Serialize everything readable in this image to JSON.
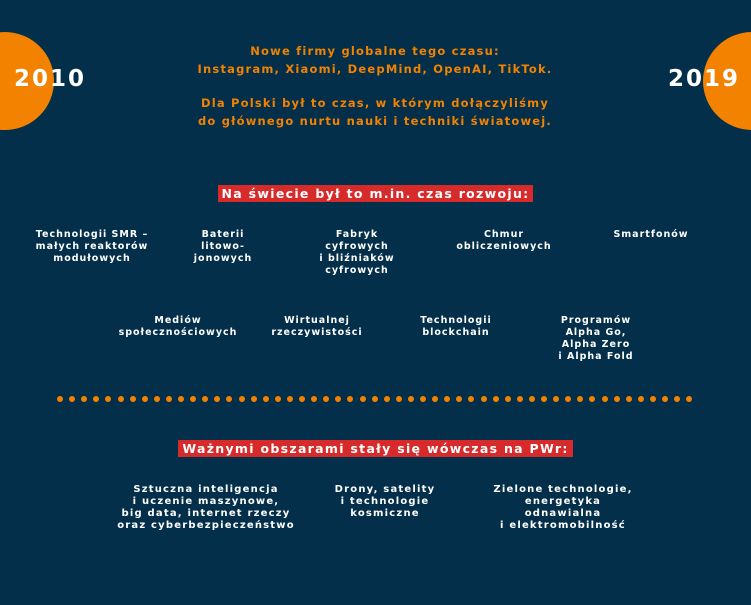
{
  "years": {
    "start": "2010",
    "end": "2019"
  },
  "intro": {
    "line1": "Nowe firmy globalne tego czasu:",
    "line2": "Instagram, Xiaomi, DeepMind, OpenAI, TikTok.",
    "line3": "Dla Polski był to czas, w którym dołączyliśmy",
    "line4": "do głównego nurtu nauki i techniki światowej."
  },
  "world": {
    "heading": "Na świecie był to m.in. czas rozwoju:",
    "items": [
      "Technologii SMR –\nmałych reaktorów\nmodułowych",
      "Baterii\nlitowo-\njonowych",
      "Fabryk\ncyfrowych\ni bliźniaków\ncyfrowych",
      "Chmur\nobliczeniowych",
      "Smartfonów",
      "Mediów\nspołecznościowych",
      "Wirtualnej\nrzeczywistości",
      "Technologii\nblockchain",
      "Programów\nAlpha Go,\nAlpha Zero\ni Alpha Fold"
    ]
  },
  "pwr": {
    "heading": "Ważnymi obszarami stały się wówczas na PWr:",
    "areas": [
      "Sztuczna inteligencja\ni uczenie maszynowe,\nbig data, internet rzeczy\noraz cyberbezpieczeństwo",
      "Drony, satelity\ni technologie\nkosmiczne",
      "Zielone technologie,\nenergetyka\nodnawialna\ni elektromobilność"
    ]
  },
  "colors": {
    "background": "#032f4a",
    "accent": "#f28200",
    "highlight": "#d72a2a"
  }
}
